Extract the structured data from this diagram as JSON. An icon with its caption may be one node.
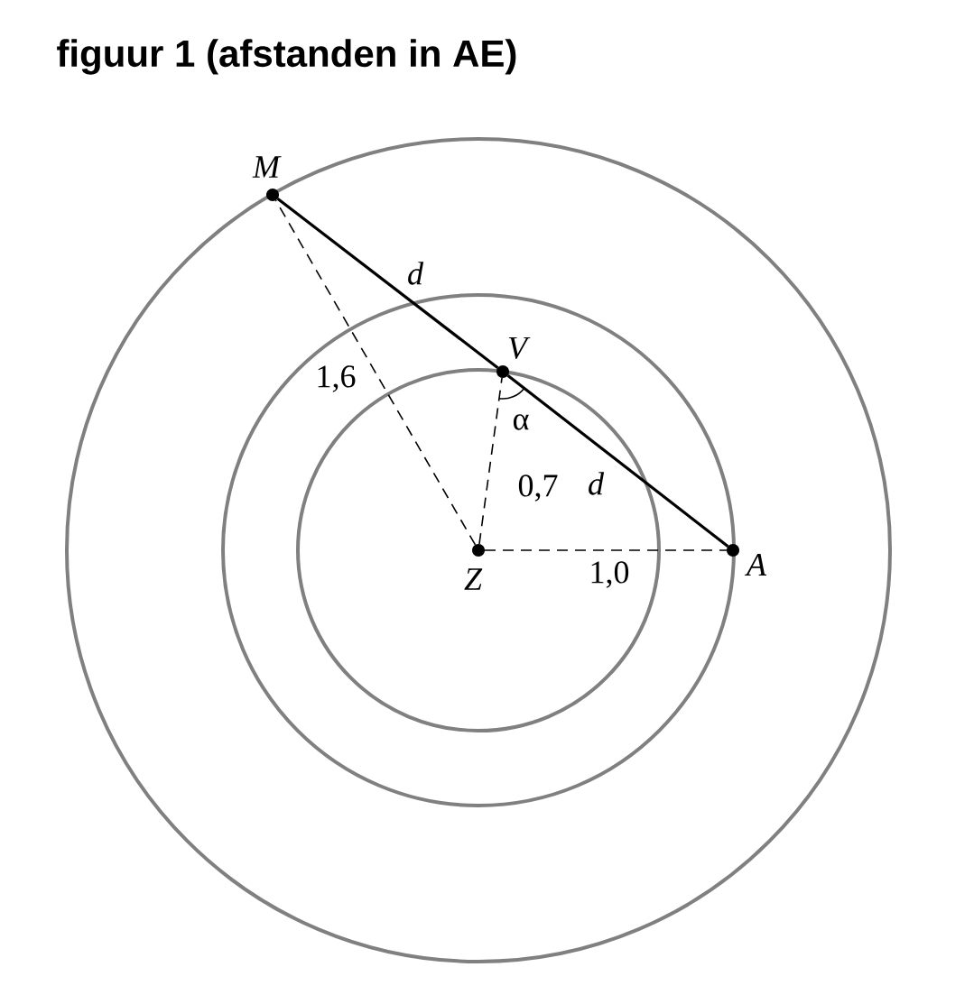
{
  "diagram": {
    "title": "figuur 1 (afstanden in AE)",
    "nodes": [
      {
        "text": [],
        "shape": "circle",
        "beside": [
          "M"
        ]
      },
      {
        "text": [],
        "shape": "circle",
        "beside": [
          "V"
        ]
      },
      {
        "text": [],
        "shape": "circle",
        "beside": [
          "Z"
        ]
      },
      {
        "text": [],
        "shape": "circle",
        "beside": [
          "A"
        ]
      }
    ],
    "edges": [
      {
        "from": 0,
        "to": 1,
        "arrow": "none",
        "label": "d"
      },
      {
        "from": 1,
        "to": 3,
        "arrow": "none",
        "label": "d"
      },
      {
        "from": 2,
        "to": 0,
        "arrow": "none",
        "label": "1,6",
        "style": "dashed"
      },
      {
        "from": 2,
        "to": 1,
        "arrow": "none",
        "label": "0,7",
        "style": "dashed"
      },
      {
        "from": 2,
        "to": 3,
        "arrow": "none",
        "label": "1,0",
        "style": "dashed"
      }
    ],
    "labels": [
      "α"
    ]
  }
}
